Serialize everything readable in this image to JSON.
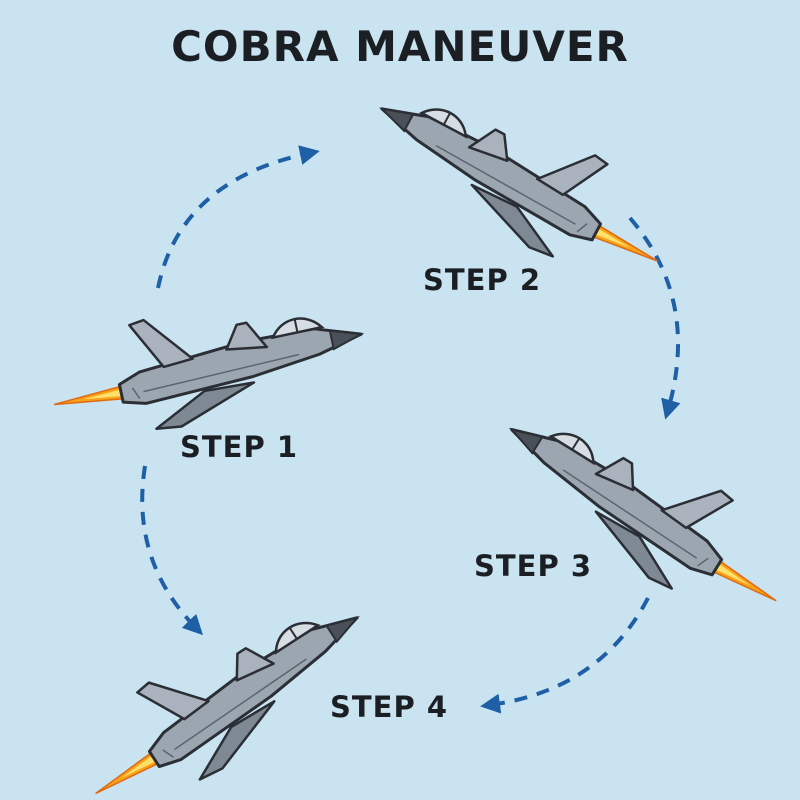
{
  "title": "COBRA MANEUVER",
  "steps": [
    {
      "label": "STEP 1"
    },
    {
      "label": "STEP 2"
    },
    {
      "label": "STEP 3"
    },
    {
      "label": "STEP 4"
    }
  ],
  "colors": {
    "background": "#c9e3f1",
    "jet_body": "#9ca6b1",
    "jet_outline": "#2b2f35",
    "flame": "#f7a21b",
    "arrow": "#1f5fa6",
    "text": "#1b1f24"
  },
  "icons": [
    "fighter-jet-icon",
    "afterburner-flame-icon",
    "dashed-arrow-icon"
  ]
}
